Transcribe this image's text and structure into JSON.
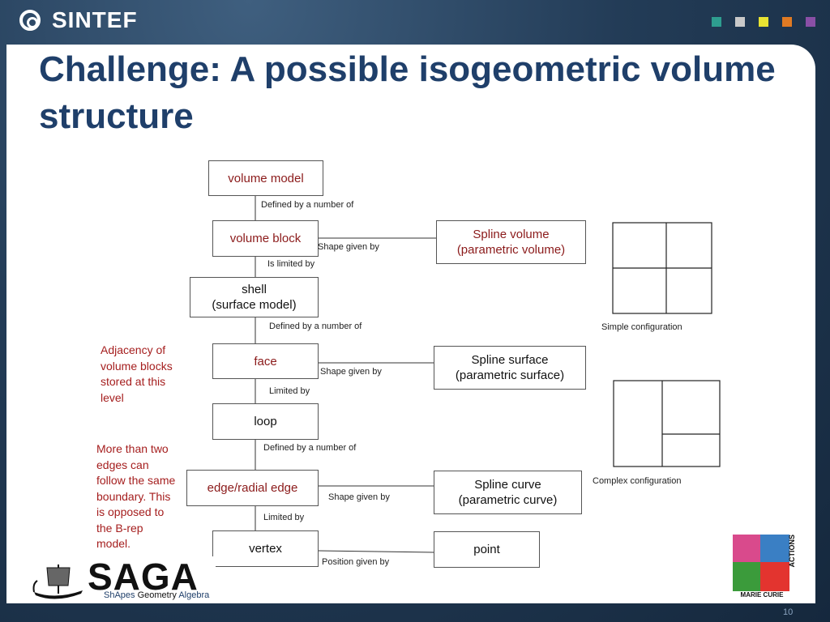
{
  "brand": {
    "name": "SINTEF",
    "squares": [
      "#2e9d8f",
      "#c9c9c9",
      "#e8e332",
      "#e07a23",
      "#8a4fa6"
    ]
  },
  "title": "Challenge: A possible isogeometric volume structure",
  "boxes": {
    "volume_model": "volume model",
    "volume_block": "volume block",
    "shell_1": "shell",
    "shell_2": "(surface model)",
    "face": "face",
    "loop": "loop",
    "edge": "edge/radial edge",
    "vertex": "vertex",
    "spline_volume_1": "Spline volume",
    "spline_volume_2": "(parametric volume)",
    "spline_surface_1": "Spline surface",
    "spline_surface_2": "(parametric surface)",
    "spline_curve_1": "Spline curve",
    "spline_curve_2": "(parametric curve)",
    "point": "point"
  },
  "edge_labels": {
    "defined_1": "Defined by a number  of",
    "shape_1": "Shape given by",
    "limited_1": "Is limited by",
    "defined_2": "Defined by a number  of",
    "shape_2": "Shape given by",
    "limited_2": "Limited by",
    "defined_3": "Defined by a number  of",
    "shape_3": "Shape given by",
    "limited_3": "Limited by",
    "position": "Position given by"
  },
  "notes": {
    "adjacency": [
      "Adjacency of",
      "volume blocks",
      "stored at this",
      "level"
    ],
    "edges": [
      "More than two",
      "edges can",
      "follow the same",
      "boundary.  This",
      "is opposed to",
      "the B-rep",
      "model."
    ]
  },
  "configs": {
    "simple": "Simple configuration",
    "complex": "Complex configuration"
  },
  "footer": {
    "saga_word": "SAGA",
    "saga_sub_1": "ShApes ",
    "saga_sub_2": "Geometry",
    "saga_sub_3": " Algebra",
    "mc_text": "MARIE CURIE",
    "mc_vert": "ACTIONS",
    "page": "10"
  }
}
